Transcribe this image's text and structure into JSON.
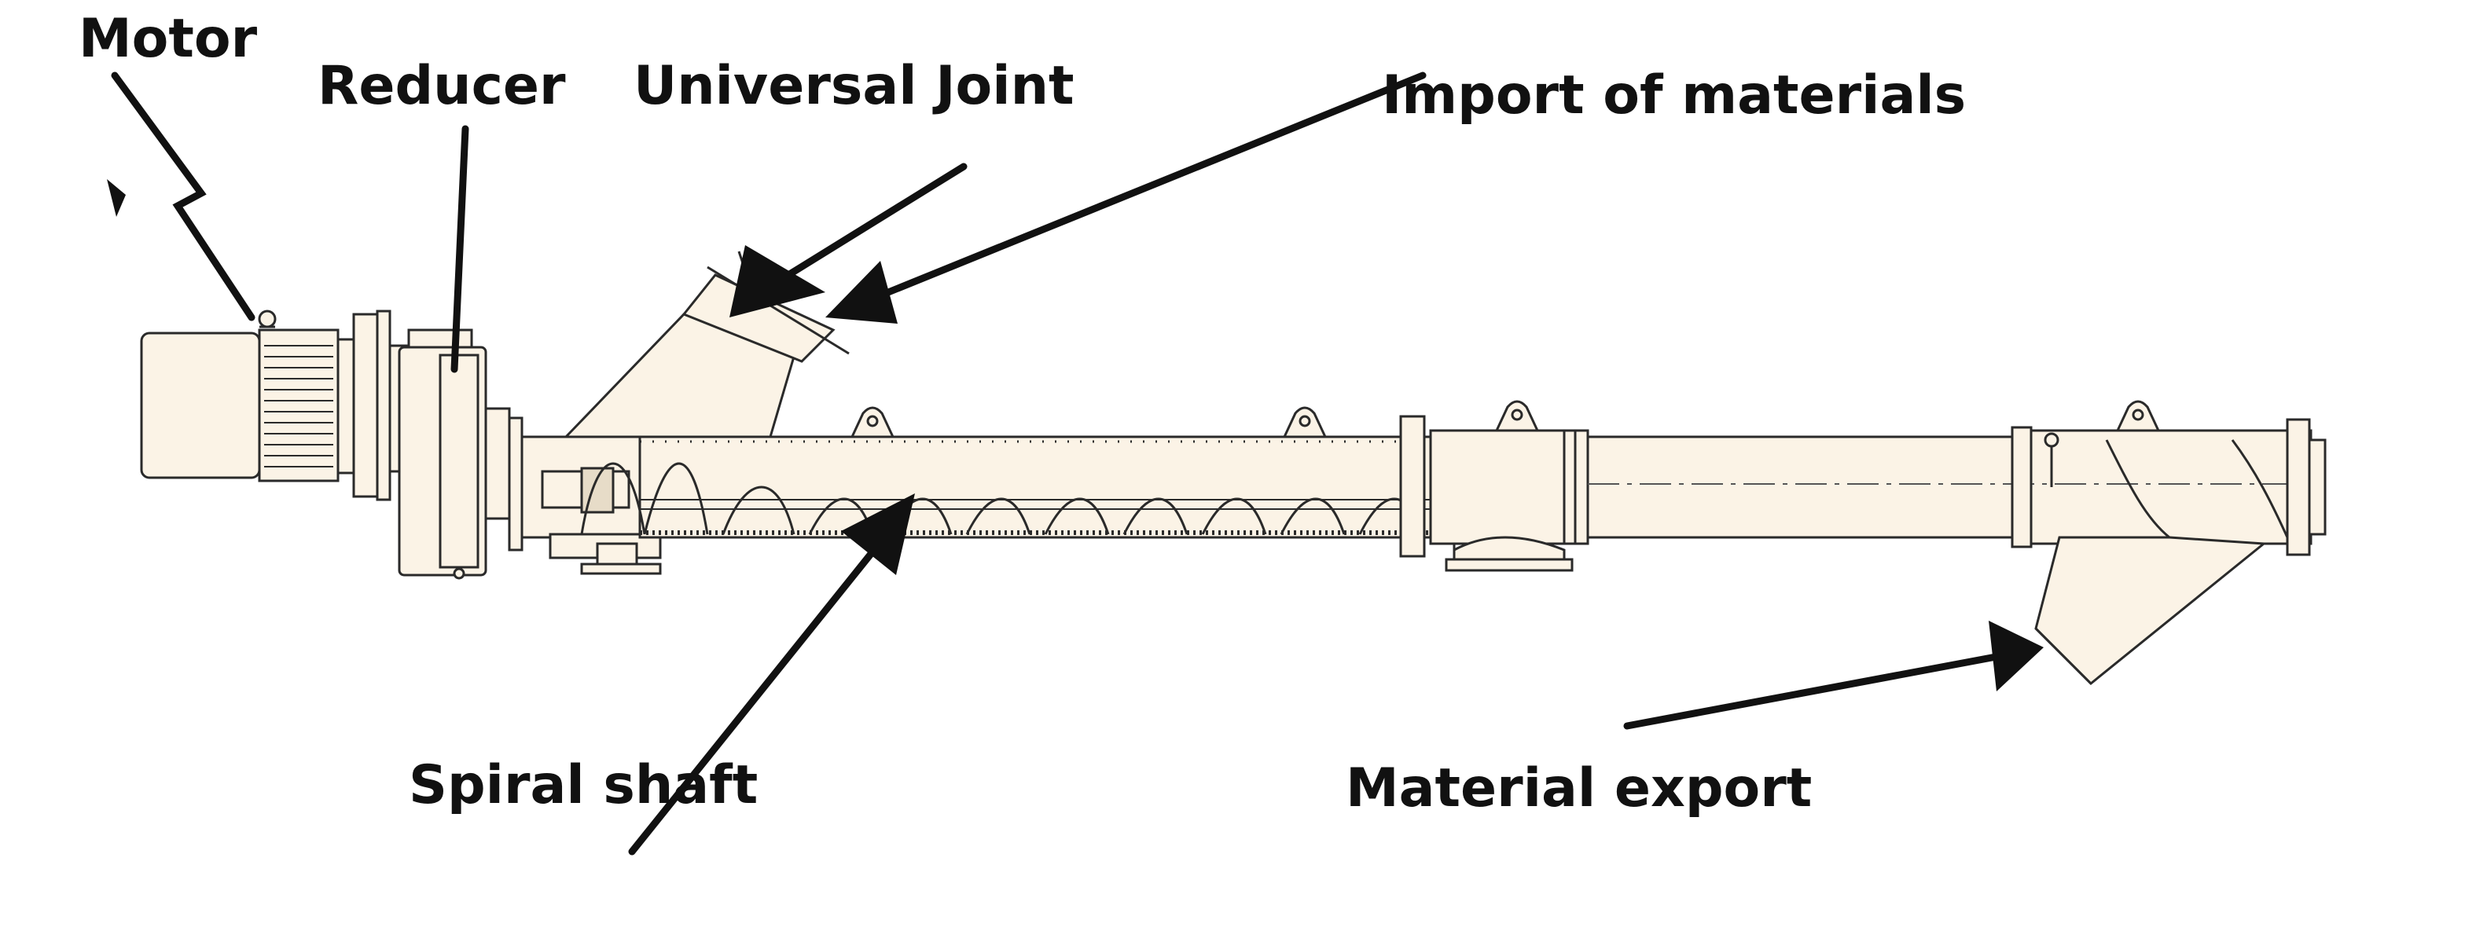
{
  "labels": {
    "motor": "Motor",
    "reducer": "Reducer",
    "universal_joint": "Universal Joint",
    "import": "Import of materials",
    "spiral_shaft": "Spiral shaft",
    "export": "Material export"
  },
  "colors": {
    "body_fill": "#fbf3e6",
    "line": "#2a2a2a",
    "arrow": "#111111",
    "background": "#ffffff"
  }
}
